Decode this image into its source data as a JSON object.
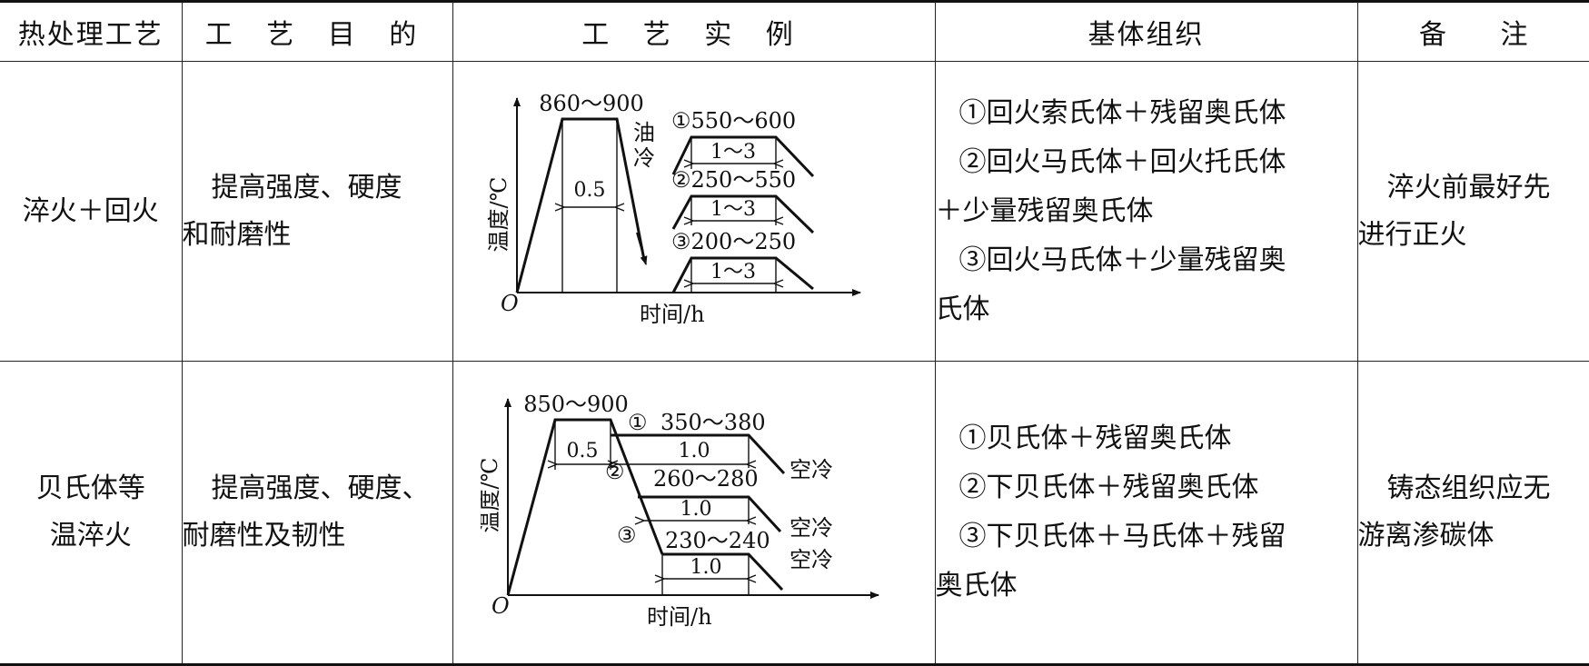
{
  "header": {
    "col1": "热处理工艺",
    "col2": "工 艺 目 的",
    "col3": "工 艺 实 例",
    "col4": "基体组织",
    "col5": "备 注"
  },
  "rows": [
    {
      "process": "淬火＋回火",
      "purpose_line1": "提高强度、硬度",
      "purpose_line2": "和耐磨性",
      "matrix": [
        "①回火索氏体＋残留奥氏体",
        "②回火马氏体＋回火托氏体",
        "＋少量残留奥氏体",
        "③回火马氏体＋少量残留奥",
        "氏体"
      ],
      "note_line1": "淬火前最好先",
      "note_line2": "进行正火",
      "diagram": {
        "ylabel": "温度/℃",
        "xlabel": "时间/h",
        "origin": "O",
        "quench_temp": "860～900",
        "hold_time": "0.5",
        "cooling": "油冷",
        "tempers": [
          {
            "label": "①550～600",
            "time": "1～3"
          },
          {
            "label": "②250～550",
            "time": "1～3"
          },
          {
            "label": "③200～250",
            "time": "1～3"
          }
        ]
      }
    },
    {
      "process_line1": "贝氏体等",
      "process_line2": "温淬火",
      "purpose_line1": "提高强度、硬度、",
      "purpose_line2": "耐磨性及韧性",
      "matrix": [
        "①贝氏体＋残留奥氏体",
        "②下贝氏体＋残留奥氏体",
        "③下贝氏体＋马氏体＋残留",
        "奥氏体"
      ],
      "note_line1": "铸态组织应无",
      "note_line2": "游离渗碳体",
      "diagram": {
        "ylabel": "温度/℃",
        "xlabel": "时间/h",
        "origin": "O",
        "austenitize_temp": "850～900",
        "hold_time": "0.5",
        "steps": [
          {
            "marker": "①",
            "temp": "350～380",
            "time": "1.0",
            "cooling": "空冷"
          },
          {
            "marker": "②",
            "temp": "260～280",
            "time": "1.0",
            "cooling": "空冷"
          },
          {
            "marker": "③",
            "temp": "230～240",
            "time": "1.0",
            "cooling": "空冷"
          }
        ]
      }
    }
  ]
}
